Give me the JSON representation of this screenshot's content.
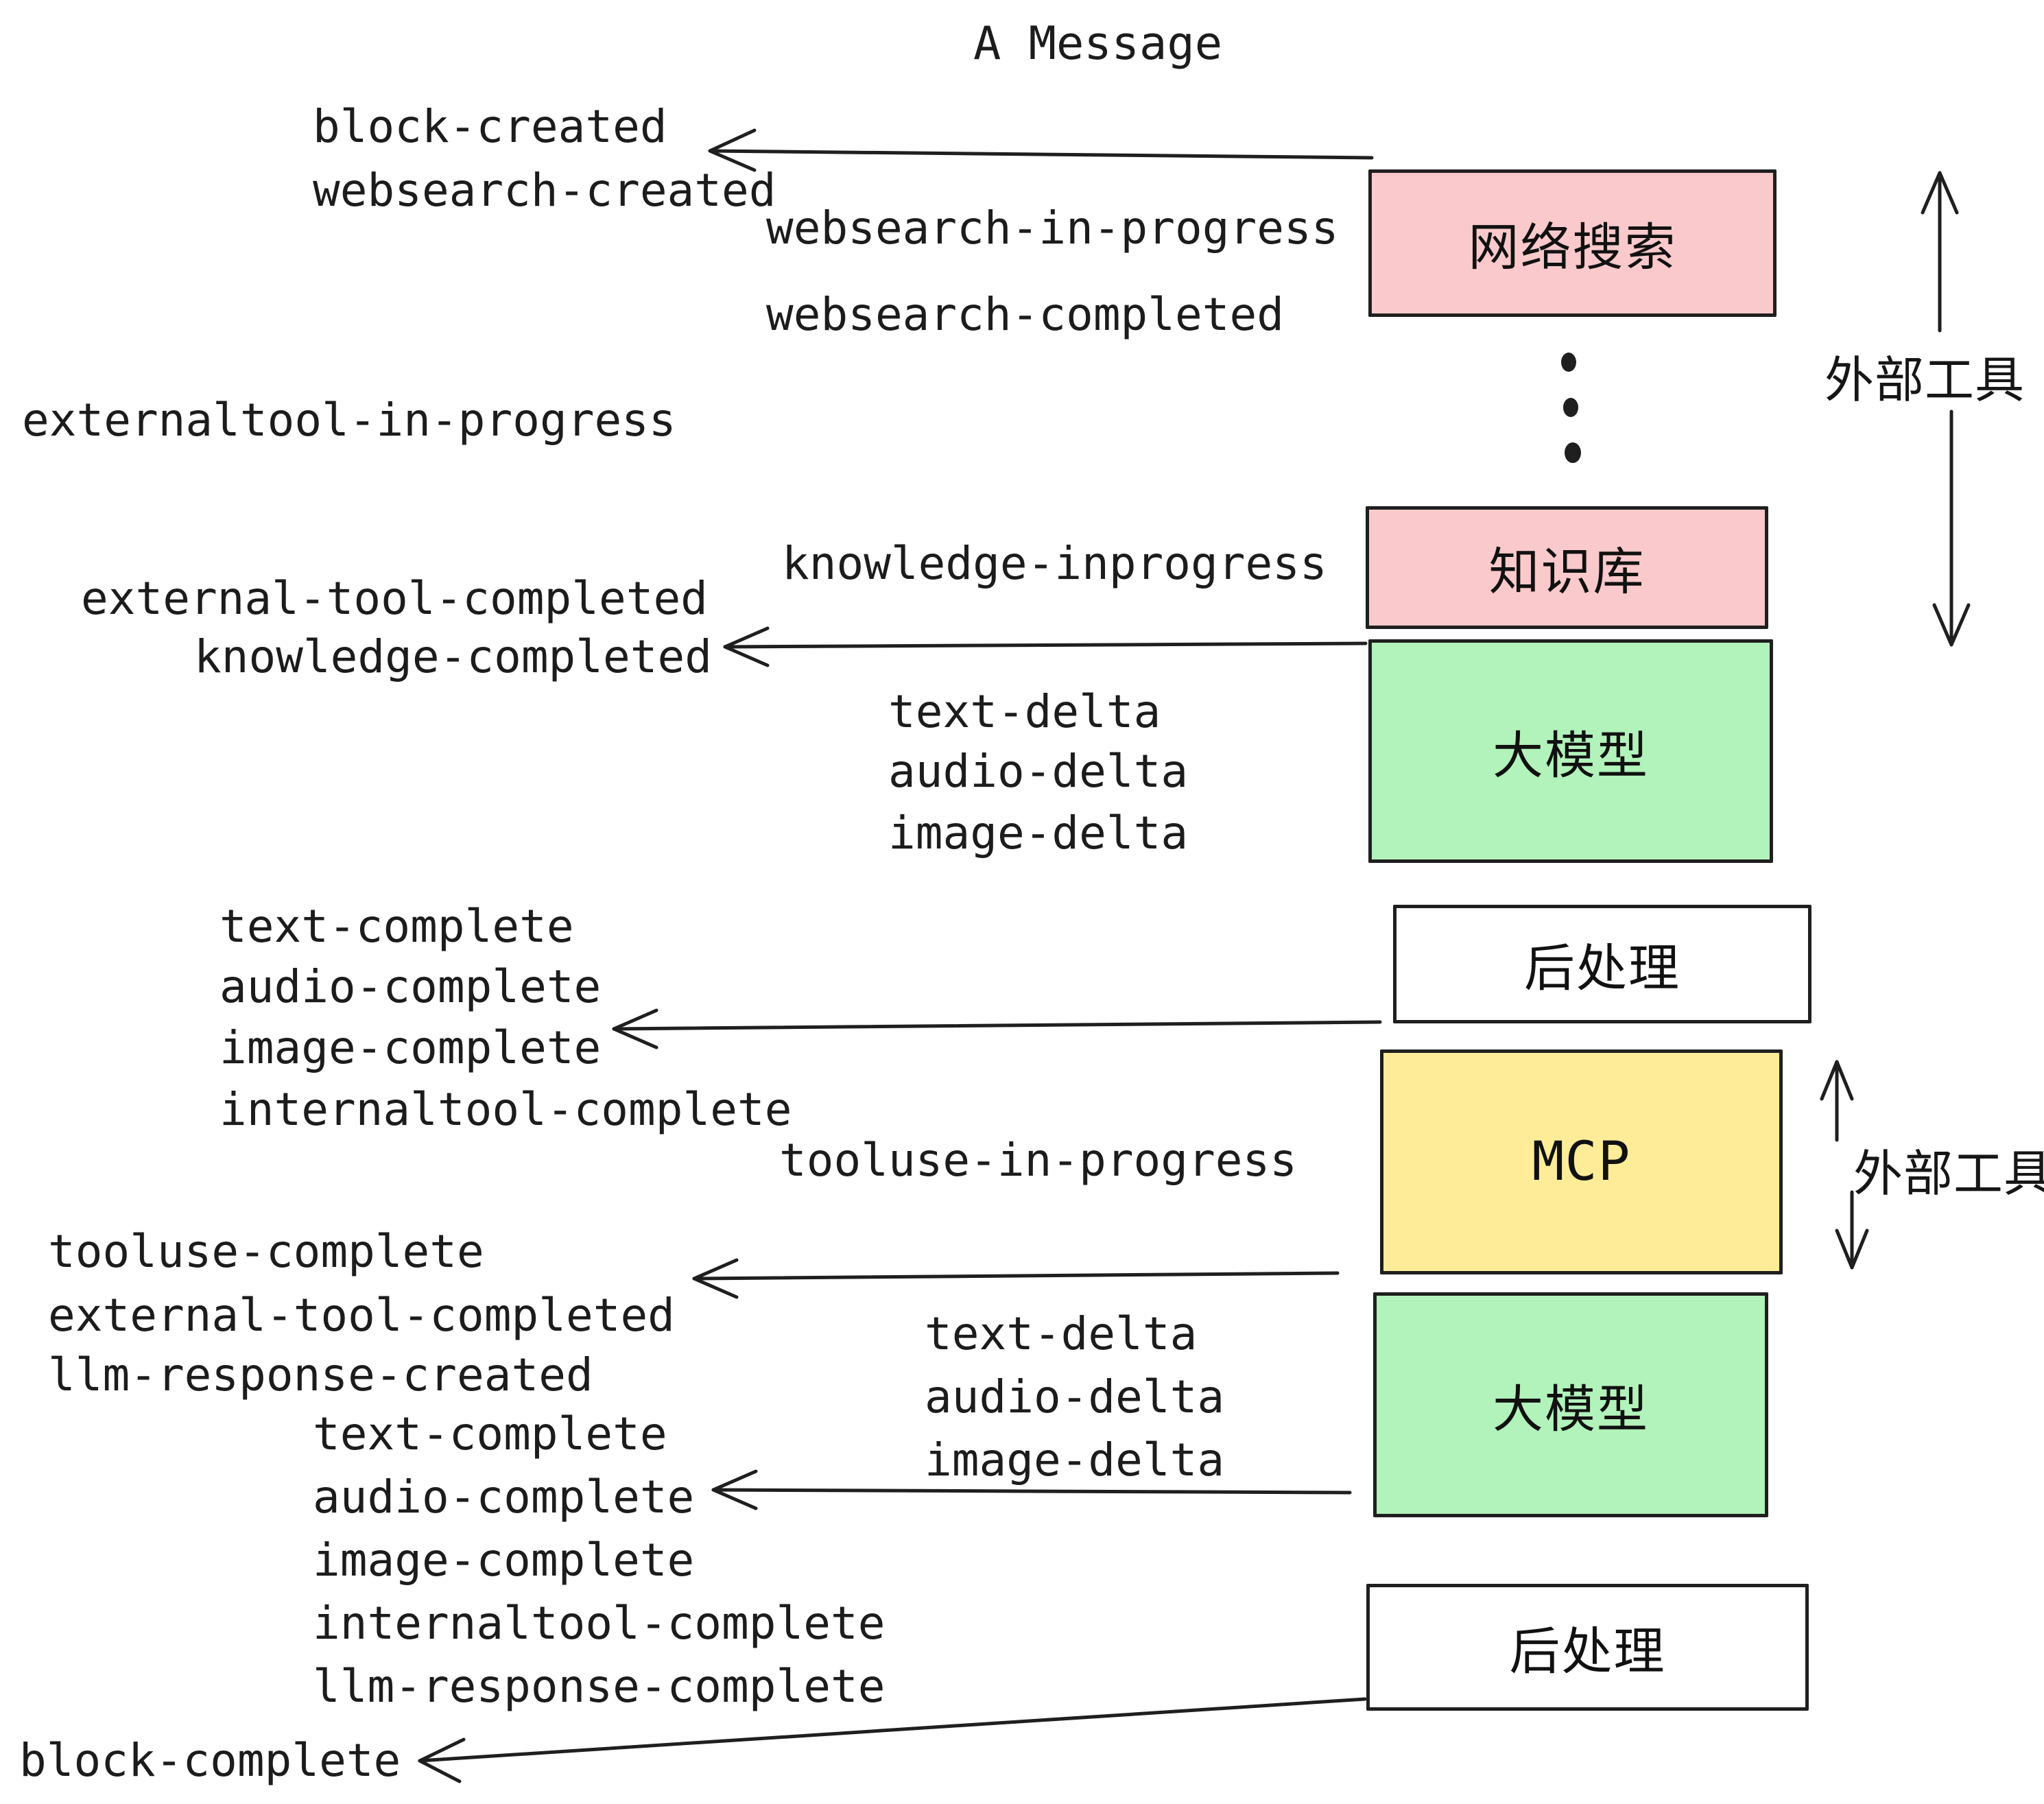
{
  "title": "A Message",
  "palette": {
    "pink": "#fac9cb",
    "green": "#b2f2bb",
    "yellow": "#ffec99",
    "white": "#ffffff",
    "ink": "#1f1f1f"
  },
  "boxes": {
    "websearch": {
      "label": "网络搜索",
      "color": "#fac9cb"
    },
    "knowledge": {
      "label": "知识库",
      "color": "#fac9cb"
    },
    "llm1": {
      "label": "大模型",
      "color": "#b2f2bb"
    },
    "post1": {
      "label": "后处理",
      "color": "#ffffff"
    },
    "mcp": {
      "label": "MCP",
      "color": "#ffec99"
    },
    "llm2": {
      "label": "大模型",
      "color": "#b2f2bb"
    },
    "post2": {
      "label": "后处理",
      "color": "#ffffff"
    }
  },
  "side_labels": {
    "external_tool_top": "外部工具",
    "external_tool_mid": "外部工具"
  },
  "events": {
    "block_created": "block-created",
    "websearch_created": "websearch-created",
    "websearch_in_progress": "websearch-in-progress",
    "websearch_completed": "websearch-completed",
    "externaltool_in_progress": "externaltool-in-progress",
    "knowledge_inprogress": "knowledge-inprogress",
    "external_tool_completed": "external-tool-completed",
    "knowledge_completed": "knowledge-completed",
    "text_delta": "text-delta",
    "audio_delta": "audio-delta",
    "image_delta": "image-delta",
    "text_complete": "text-complete",
    "audio_complete": "audio-complete",
    "image_complete": "image-complete",
    "internaltool_complete": "internaltool-complete",
    "tooluse_in_progress": "tooluse-in-progress",
    "tooluse_complete": "tooluse-complete",
    "llm_response_created": "llm-response-created",
    "llm_response_complete": "llm-response-complete",
    "block_complete": "block-complete"
  }
}
